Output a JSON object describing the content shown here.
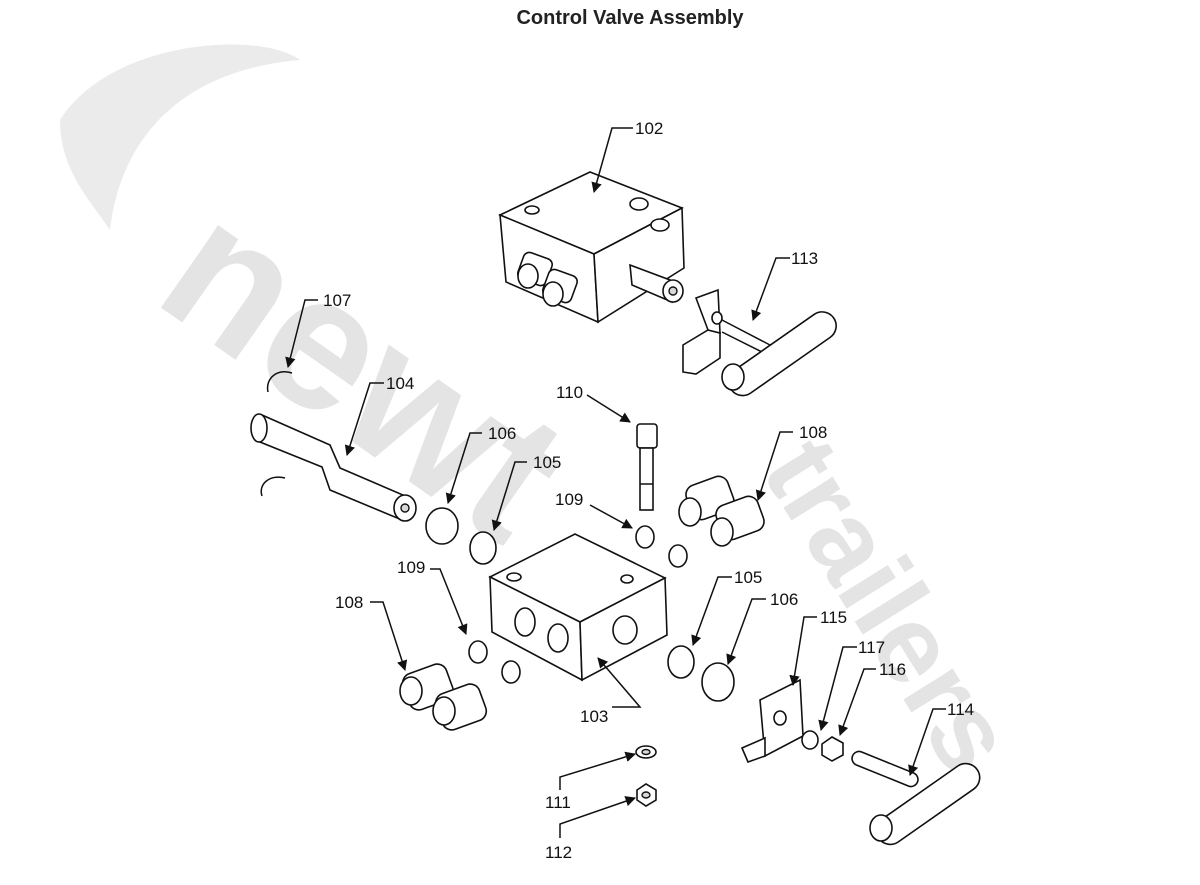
{
  "title": "Control Valve Assembly",
  "watermark": {
    "brand": "newt",
    "sub": "trailers",
    "color": "#e4e4e4"
  },
  "callouts": [
    {
      "id": "c102",
      "text": "102"
    },
    {
      "id": "c113",
      "text": "113"
    },
    {
      "id": "c107",
      "text": "107"
    },
    {
      "id": "c104",
      "text": "104"
    },
    {
      "id": "c110",
      "text": "110"
    },
    {
      "id": "c108a",
      "text": "108"
    },
    {
      "id": "c106a",
      "text": "106"
    },
    {
      "id": "c105a",
      "text": "105"
    },
    {
      "id": "c109a",
      "text": "109"
    },
    {
      "id": "c109b",
      "text": "109"
    },
    {
      "id": "c108b",
      "text": "108"
    },
    {
      "id": "c105b",
      "text": "105"
    },
    {
      "id": "c106b",
      "text": "106"
    },
    {
      "id": "c115",
      "text": "115"
    },
    {
      "id": "c117",
      "text": "117"
    },
    {
      "id": "c116",
      "text": "116"
    },
    {
      "id": "c114",
      "text": "114"
    },
    {
      "id": "c103",
      "text": "103"
    },
    {
      "id": "c111",
      "text": "111"
    },
    {
      "id": "c112",
      "text": "112"
    }
  ]
}
